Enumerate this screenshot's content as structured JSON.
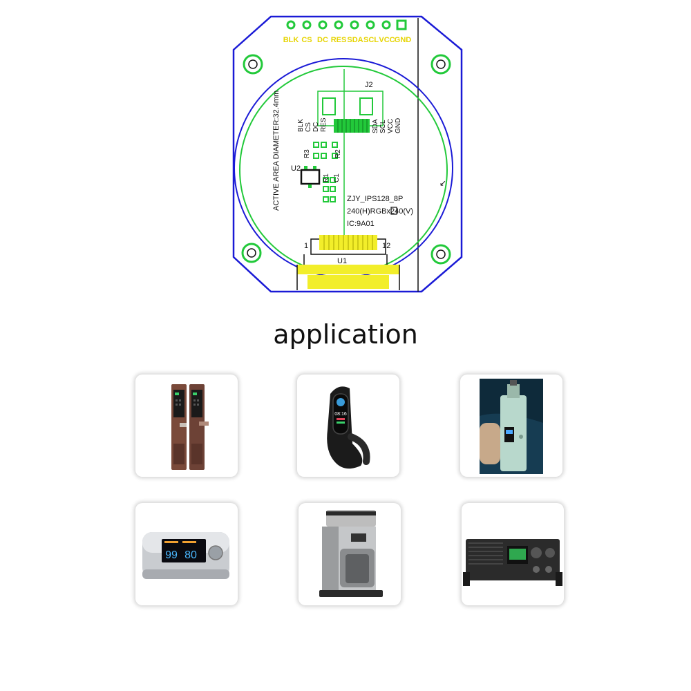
{
  "pcb": {
    "pin_labels": [
      "BLK",
      "CS",
      "DC",
      "RES",
      "SDA",
      "SCL",
      "VCC",
      "GND"
    ],
    "connector_ref": "J2",
    "connector_left_labels": [
      "BLK",
      "CS",
      "DC",
      "RES"
    ],
    "connector_right_labels": [
      "SDA",
      "SCL",
      "VCC",
      "GND"
    ],
    "resistor_labels": [
      "R3",
      "R2",
      "R1",
      "C1"
    ],
    "ic_ref": "U2",
    "active_area_text": "ACTIVE AREA DIAMETER:32.4mm",
    "model_lines": [
      "ZJY_IPS128_8P",
      "240(H)RGBx240(V)",
      "IC:9A01"
    ],
    "fpc_ref": "U1",
    "fpc_pin_first": "1",
    "fpc_pin_last": "12",
    "colors": {
      "outline": "#1a1ad6",
      "circle": "#22c93a",
      "pin_text": "#e6d400",
      "fpc": "#f2ee2a"
    }
  },
  "section_title": "application",
  "applications": [
    {
      "name": "smart door lock",
      "icon": "door-lock-icon"
    },
    {
      "name": "smart band",
      "icon": "smartwatch-icon",
      "screen_text": "08:16"
    },
    {
      "name": "vape mod",
      "icon": "vape-icon"
    },
    {
      "name": "pulse oximeter",
      "icon": "oximeter-icon",
      "screen_values": [
        "99",
        "80"
      ]
    },
    {
      "name": "coffee machine",
      "icon": "coffee-machine-icon"
    },
    {
      "name": "radio transceiver",
      "icon": "radio-icon"
    }
  ]
}
